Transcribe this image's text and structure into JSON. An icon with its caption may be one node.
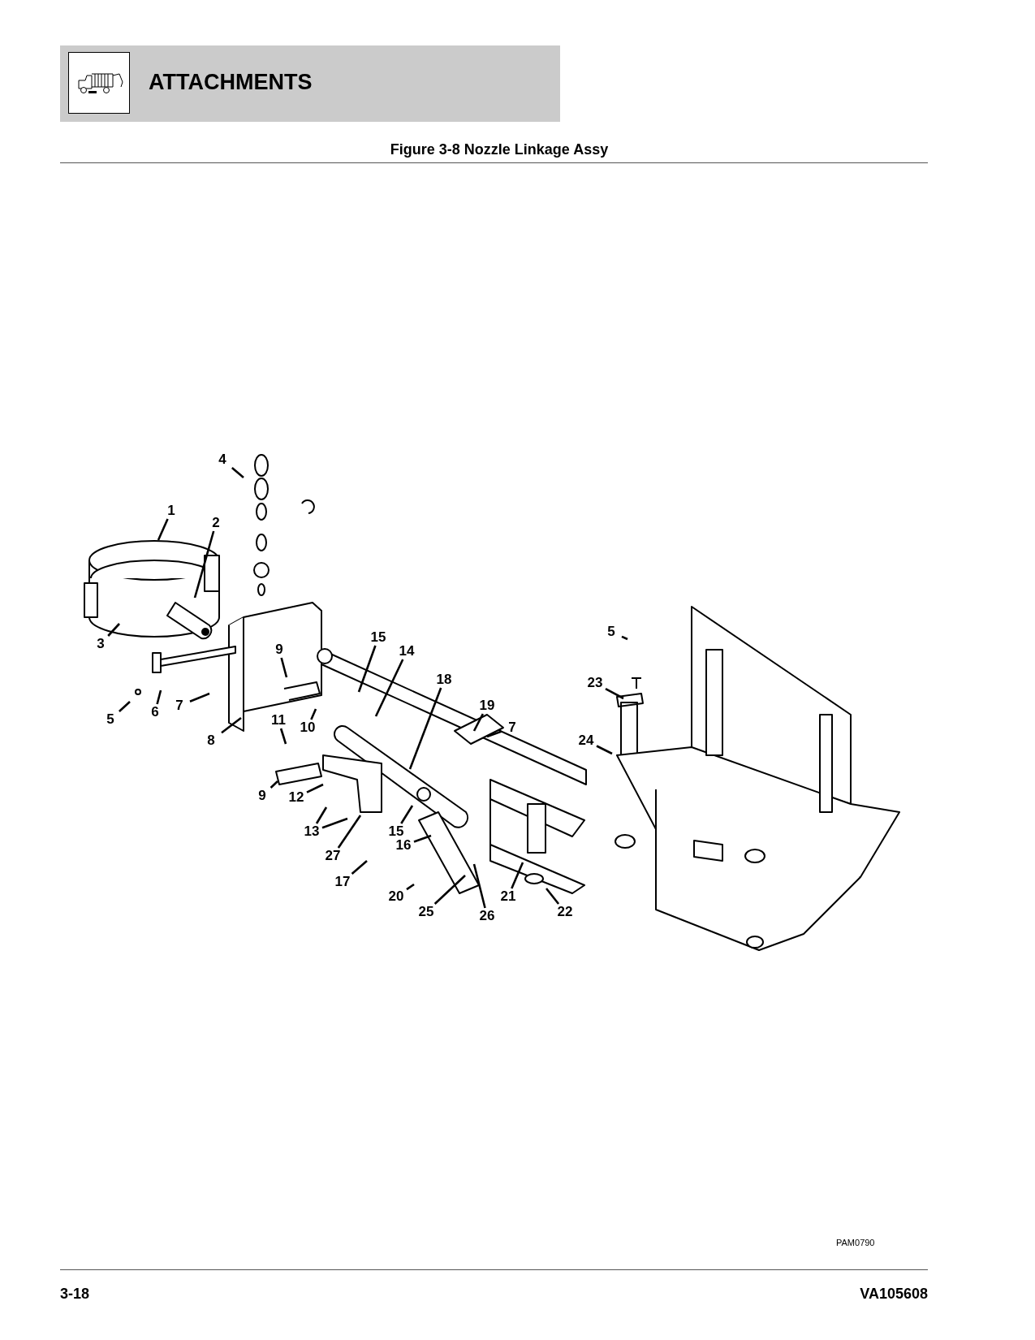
{
  "diagram": {
    "title": "ATTACHMENTS",
    "caption": "Figure 3-8 Nozzle Linkage Assy",
    "nodes": [
      {
        "text": [
          "1"
        ]
      },
      {
        "text": [
          "2"
        ]
      },
      {
        "text": [
          "3"
        ]
      },
      {
        "text": [
          "4"
        ]
      },
      {
        "text": [
          "5"
        ]
      },
      {
        "text": [
          "6"
        ]
      },
      {
        "text": [
          "7"
        ]
      },
      {
        "text": [
          "8"
        ]
      },
      {
        "text": [
          "9"
        ]
      },
      {
        "text": [
          "11"
        ]
      },
      {
        "text": [
          "10"
        ]
      },
      {
        "text": [
          "15"
        ]
      },
      {
        "text": [
          "14"
        ]
      },
      {
        "text": [
          "18"
        ]
      },
      {
        "text": [
          "19"
        ]
      },
      {
        "text": [
          "7"
        ]
      },
      {
        "text": [
          "5"
        ]
      },
      {
        "text": [
          "23"
        ]
      },
      {
        "text": [
          "24"
        ]
      },
      {
        "text": [
          "9"
        ]
      },
      {
        "text": [
          "12"
        ]
      },
      {
        "text": [
          "13"
        ]
      },
      {
        "text": [
          "27"
        ]
      },
      {
        "text": [
          "15"
        ]
      },
      {
        "text": [
          "16"
        ]
      },
      {
        "text": [
          "17"
        ]
      },
      {
        "text": [
          "20"
        ]
      },
      {
        "text": [
          "25"
        ]
      },
      {
        "text": [
          "26"
        ]
      },
      {
        "text": [
          "21"
        ]
      },
      {
        "text": [
          "22"
        ]
      }
    ],
    "edges": [
      {
        "from": 0,
        "to": null,
        "arrow": "none"
      },
      {
        "from": 1,
        "to": null,
        "arrow": "none"
      },
      {
        "from": 2,
        "to": null,
        "arrow": "none"
      },
      {
        "from": 3,
        "to": null,
        "arrow": "none"
      },
      {
        "from": 4,
        "to": null,
        "arrow": "none"
      },
      {
        "from": 5,
        "to": null,
        "arrow": "none"
      },
      {
        "from": 6,
        "to": null,
        "arrow": "none"
      },
      {
        "from": 7,
        "to": null,
        "arrow": "none"
      },
      {
        "from": 8,
        "to": null,
        "arrow": "none"
      },
      {
        "from": 9,
        "to": null,
        "arrow": "none"
      },
      {
        "from": 10,
        "to": null,
        "arrow": "none"
      },
      {
        "from": 11,
        "to": null,
        "arrow": "none"
      },
      {
        "from": 12,
        "to": null,
        "arrow": "none"
      },
      {
        "from": 13,
        "to": null,
        "arrow": "none"
      },
      {
        "from": 14,
        "to": null,
        "arrow": "none"
      },
      {
        "from": 15,
        "to": null,
        "arrow": "none"
      },
      {
        "from": 16,
        "to": null,
        "arrow": "none"
      },
      {
        "from": 17,
        "to": null,
        "arrow": "none"
      },
      {
        "from": 18,
        "to": null,
        "arrow": "none"
      },
      {
        "from": 19,
        "to": null,
        "arrow": "none"
      },
      {
        "from": 20,
        "to": null,
        "arrow": "none"
      },
      {
        "from": 21,
        "to": null,
        "arrow": "none"
      },
      {
        "from": 21,
        "to": null,
        "arrow": "none"
      },
      {
        "from": 22,
        "to": null,
        "arrow": "none"
      },
      {
        "from": 23,
        "to": null,
        "arrow": "none"
      },
      {
        "from": 24,
        "to": null,
        "arrow": "none"
      },
      {
        "from": 25,
        "to": null,
        "arrow": "none"
      },
      {
        "from": 26,
        "to": null,
        "arrow": "none"
      },
      {
        "from": 27,
        "to": null,
        "arrow": "none"
      },
      {
        "from": 28,
        "to": null,
        "arrow": "none"
      },
      {
        "from": 29,
        "to": null,
        "arrow": "none"
      },
      {
        "from": 30,
        "to": null,
        "arrow": "none"
      }
    ],
    "labels": [
      "PAM0790",
      "3-18",
      "VA105608"
    ]
  }
}
